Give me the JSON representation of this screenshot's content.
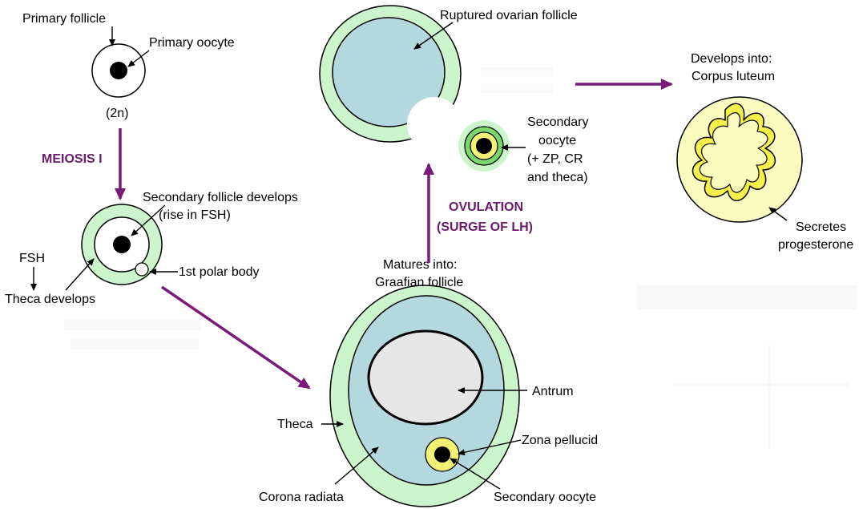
{
  "colors": {
    "outer_green": "#ccf5cc",
    "inner_teal": "#b4d8dd",
    "antrum_gray": "#e6e6e6",
    "zona_yellow": "#f3f277",
    "corpus_fill": "#fbfbc0",
    "corpus_band": "#f5f04a",
    "purple_arrow": "#7a1a7a",
    "purple_text": "#6a1b6a",
    "oocyte_green": "#7ad86a"
  },
  "labels": {
    "primary_follicle": "Primary follicle",
    "primary_oocyte": "Primary oocyte",
    "two_n": "(2n)",
    "meiosis": "MEIOSIS I",
    "secondary_follicle_1": "Secondary follicle develops",
    "secondary_follicle_2": "(rise in FSH)",
    "fsh": "FSH",
    "theca_develops": "Theca develops",
    "polar_body": "1st polar body",
    "matures_1": "Matures into:",
    "matures_2": "Graafian follicle",
    "ovulation_1": "OVULATION",
    "ovulation_2": "(SURGE OF LH)",
    "ruptured": "Ruptured ovarian follicle",
    "sec_oocyte_1": "Secondary",
    "sec_oocyte_2": "oocyte",
    "sec_oocyte_3": "(+ ZP, CR",
    "sec_oocyte_4": "and theca)",
    "develops_into_1": "Develops into:",
    "develops_into_2": "Corpus luteum",
    "secretes_1": "Secretes",
    "secretes_2": "progesterone",
    "antrum": "Antrum",
    "theca": "Theca",
    "zona_pellucid": "Zona pellucid",
    "corona_radiata": "Corona radiata",
    "secondary_oocyte": "Secondary oocyte"
  }
}
